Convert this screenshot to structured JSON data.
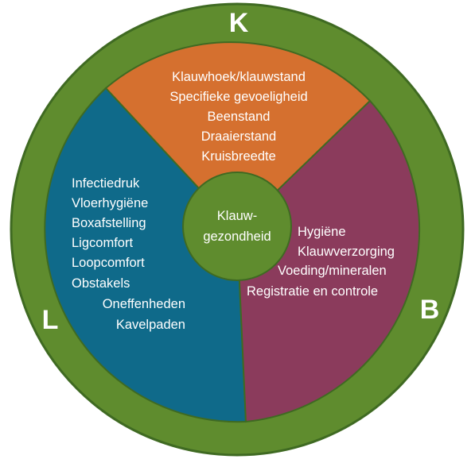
{
  "colors": {
    "outer_ring": "#5f8c2e",
    "ring_border": "#3f6a22",
    "orange": "#d5702f",
    "blue": "#0f6a8a",
    "purple": "#8b3b5c",
    "center": "#5f8c2e",
    "text": "#ffffff"
  },
  "letters": {
    "top": "K",
    "left": "L",
    "right": "B"
  },
  "center": {
    "line1": "Klauw-",
    "line2": "gezondheid"
  },
  "segments": {
    "K": [
      "Klauwhoek/klauwstand",
      "Specifieke gevoeligheid",
      "Beenstand",
      "Draaierstand",
      "Kruisbreedte"
    ],
    "L": [
      "Infectiedruk",
      "Vloerhygiëne",
      "Boxafstelling",
      "Ligcomfort",
      "Loopcomfort",
      "Obstakels",
      "Oneffenheden",
      "Kavelpaden"
    ],
    "B": [
      "Hygiëne",
      "Klauwverzorging",
      "Voeding/mineralen",
      "Registratie en controle"
    ]
  }
}
